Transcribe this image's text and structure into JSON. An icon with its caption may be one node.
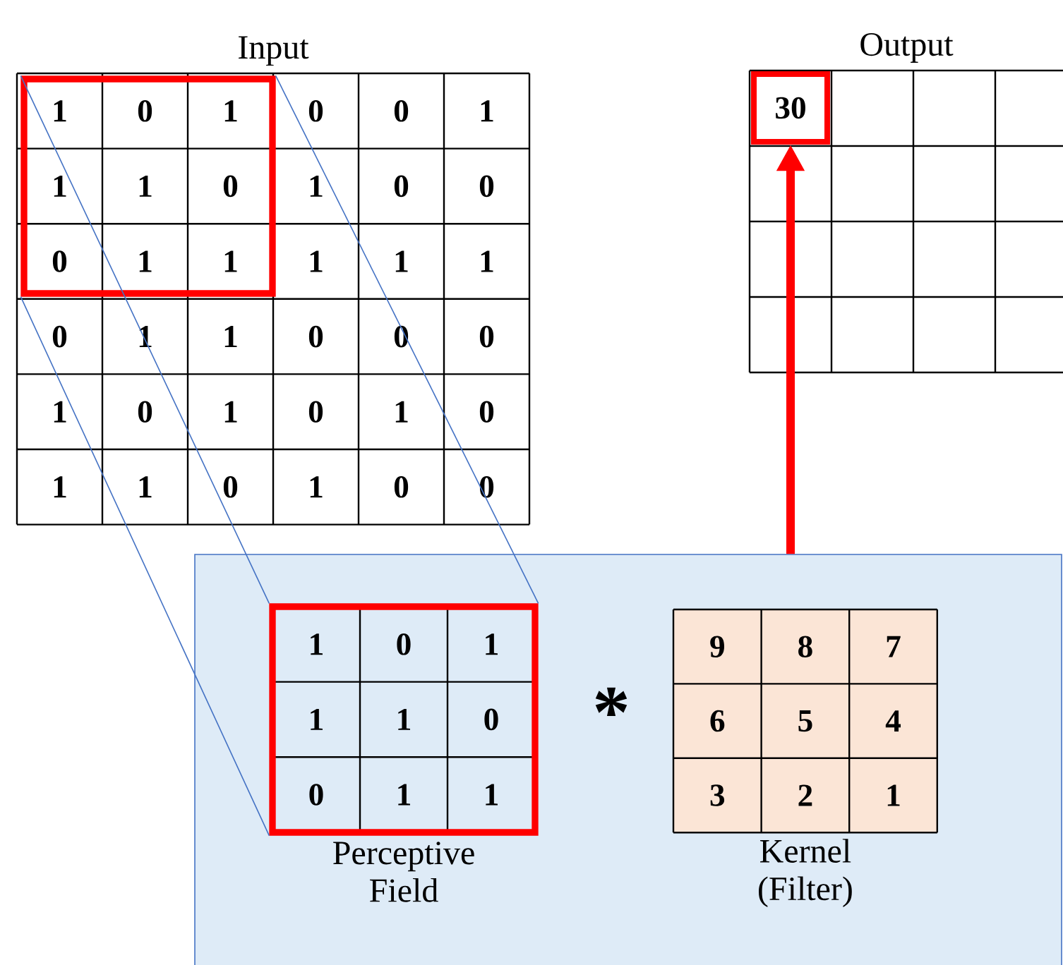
{
  "diagram": {
    "nodes": [
      {
        "text": [
          "Input"
        ]
      },
      {
        "text": [],
        "shape": "box",
        "in": 0
      },
      {
        "text": [
          "Output"
        ]
      },
      {
        "text": [
          "30"
        ],
        "in": 2
      },
      {
        "text": [],
        "shape": "box"
      },
      {
        "text": [
          "Perceptive Field"
        ],
        "in": 4
      },
      {
        "text": [
          "Kernel (Filter)"
        ],
        "in": 4
      }
    ],
    "edges": [
      {
        "from": 1,
        "to": 5,
        "arrow": "none",
        "color": "#4472c4"
      },
      {
        "from": 1,
        "to": 5,
        "arrow": "none",
        "color": "#4472c4"
      },
      {
        "from": 1,
        "to": 5,
        "arrow": "none",
        "color": "#4472c4"
      },
      {
        "from": 4,
        "to": 3,
        "arrow": "to",
        "style": "thick",
        "color": "#ff0000"
      }
    ],
    "labels": [
      "1",
      "0",
      "1",
      "0",
      "0",
      "1",
      "1",
      "1",
      "0",
      "1",
      "0",
      "0",
      "0",
      "1",
      "1",
      "1",
      "1",
      "1",
      "0",
      "1",
      "1",
      "0",
      "0",
      "0",
      "1",
      "0",
      "1",
      "0",
      "1",
      "0",
      "1",
      "1",
      "0",
      "1",
      "0",
      "0",
      "1",
      "0",
      "1",
      "1",
      "1",
      "0",
      "0",
      "1",
      "1",
      "*",
      "9",
      "8",
      "7",
      "6",
      "5",
      "4",
      "3",
      "2",
      "1"
    ]
  }
}
